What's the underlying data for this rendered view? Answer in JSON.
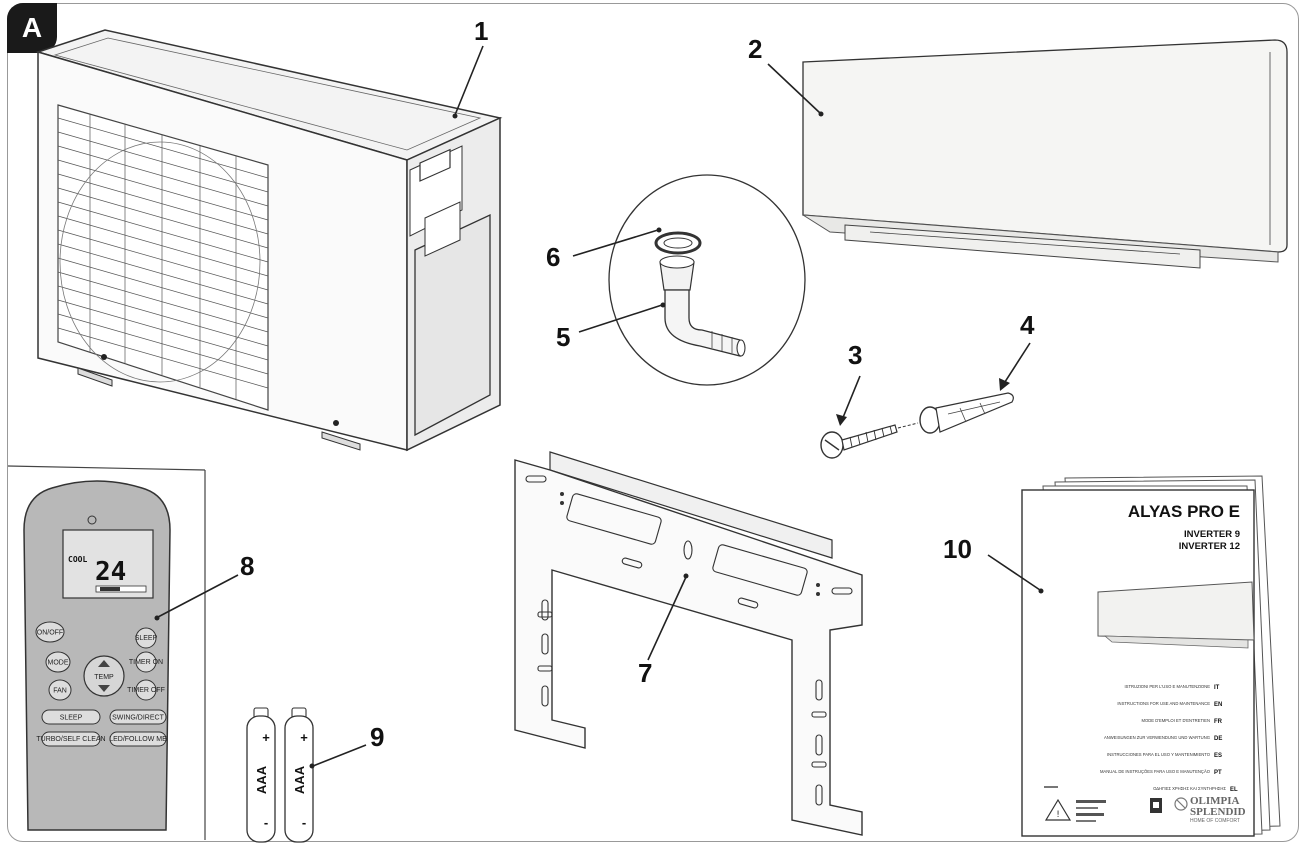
{
  "badge": "A",
  "labels": {
    "n1": "1",
    "n2": "2",
    "n3": "3",
    "n4": "4",
    "n5": "5",
    "n6": "6",
    "n7": "7",
    "n8": "8",
    "n9": "9",
    "n10": "10"
  },
  "remote": {
    "mode_text": "COOL",
    "temp_text": "24",
    "buttons": {
      "onoff": "ON/OFF",
      "sleep_top": "SLEEP",
      "mode": "MODE",
      "timer_on": "TIMER ON",
      "temp": "TEMP",
      "fan": "FAN",
      "timer_off": "TIMER OFF",
      "sleep": "SLEEP",
      "swing_direct": "SWING/DIRECT",
      "turbo": "TURBO/SELF CLEAN",
      "led": "LED/FOLLOW ME"
    }
  },
  "battery": {
    "label": "AAA",
    "plus": "+",
    "minus": "-"
  },
  "manual": {
    "title": "ALYAS PRO E",
    "model1": "INVERTER 9",
    "model2": "INVERTER 12",
    "langs": [
      {
        "text": "ISTRUZIONI PER L'USO E MANUTENZIONE",
        "code": "IT"
      },
      {
        "text": "INSTRUCTIONS FOR USE AND MAINTENANCE",
        "code": "EN"
      },
      {
        "text": "MODE D'EMPLOI ET D'ENTRETIEN",
        "code": "FR"
      },
      {
        "text": "ANWEISUNGEN ZUR VERWENDUNG UND WARTUNG",
        "code": "DE"
      },
      {
        "text": "INSTRUCCIONES PARA EL USO Y MANTENIMIENTO",
        "code": "ES"
      },
      {
        "text": "MANUAL DE INSTRUÇÕES PARA USO E MANUTENÇÃO",
        "code": "PT"
      },
      {
        "text": "ΟΔΗΓΙΕΣ ΧΡΗΣΗΣ ΚΑΙ ΣΥΝΤΗΡΗΣΗΣ",
        "code": "EL"
      }
    ],
    "brand_name1": "OLIMPIA",
    "brand_name2": "SPLENDID",
    "brand_tagline": "HOME OF COMFORT"
  }
}
